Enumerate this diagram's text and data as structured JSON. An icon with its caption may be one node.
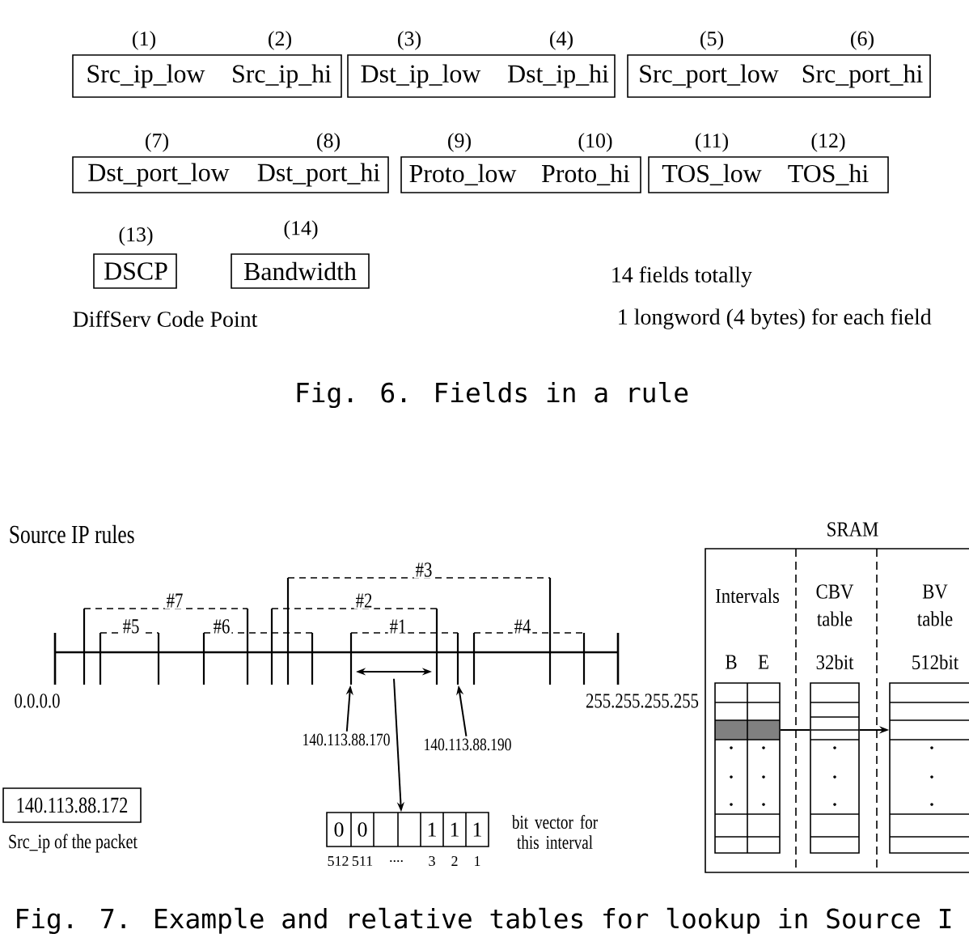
{
  "diagram": {
    "nodes": [
      {
        "text": [
          "Src_ip_low",
          "Src_ip_hi"
        ],
        "beside": [
          "(1)",
          "(2)"
        ]
      },
      {
        "text": [
          "Dst_ip_low",
          "Dst_ip_hi"
        ],
        "beside": [
          "(3)",
          "(4)"
        ]
      },
      {
        "text": [
          "Src_port_low",
          "Src_port_hi"
        ],
        "beside": [
          "(5)",
          "(6)"
        ]
      },
      {
        "text": [
          "Dst_port_low",
          "Dst_port_hi"
        ],
        "beside": [
          "(7)",
          "(8)"
        ]
      },
      {
        "text": [
          "Proto_low",
          "Proto_hi"
        ],
        "beside": [
          "(9)",
          "(10)"
        ]
      },
      {
        "text": [
          "TOS_low",
          "TOS_hi"
        ],
        "beside": [
          "(11)",
          "(12)"
        ]
      },
      {
        "text": [
          "DSCP"
        ],
        "beside": [
          "(13)",
          "DiffServ Code Point"
        ]
      },
      {
        "text": [
          "Bandwidth"
        ],
        "beside": [
          "(14)"
        ]
      },
      {
        "text": [
          "#3"
        ]
      },
      {
        "text": [
          "#7"
        ]
      },
      {
        "text": [
          "#2"
        ]
      },
      {
        "text": [
          "#5"
        ],
        "in": 9
      },
      {
        "text": [
          "#6"
        ]
      },
      {
        "text": [
          "#1"
        ],
        "in": 8
      },
      {
        "text": [
          "#4"
        ]
      },
      {
        "text": [],
        "shape": "arrow",
        "in": 13
      },
      {
        "text": [
          "140.113.88.170"
        ]
      },
      {
        "text": [
          "140.113.88.190"
        ]
      },
      {
        "text": [
          "140.113.88.172"
        ],
        "beside": [
          "Src_ip of the packet"
        ]
      },
      {
        "text": [
          "0",
          "0",
          "1",
          "1",
          "1"
        ],
        "beside": [
          "bit vector for this interval",
          "512",
          "511",
          "....",
          "3",
          "2",
          "1"
        ]
      },
      {
        "text": [
          "SRAM"
        ]
      },
      {
        "text": [
          "Intervals",
          "B",
          "E"
        ],
        "in": 20
      },
      {
        "text": [
          "CBV table",
          "32bit"
        ],
        "in": 20
      },
      {
        "text": [
          "BV table",
          "512bit"
        ],
        "in": 20
      }
    ],
    "edges": [
      {
        "from": 16,
        "to": 13,
        "arrow": "to"
      },
      {
        "from": 17,
        "to": 13,
        "arrow": "to"
      },
      {
        "from": 15,
        "to": 19,
        "arrow": "to"
      },
      {
        "from": 21,
        "to": 22,
        "arrow": "none"
      },
      {
        "from": 22,
        "to": 23,
        "arrow": "to"
      }
    ],
    "labels": [
      "14 fields totally",
      "1 longword (4 bytes) for each field",
      "Fig. 6. Fields in a rule",
      "Source IP rules",
      "0.0.0.0",
      "255.255.255.255",
      "Fig. 7. Example and relative tables for lookup in Source I"
    ]
  }
}
